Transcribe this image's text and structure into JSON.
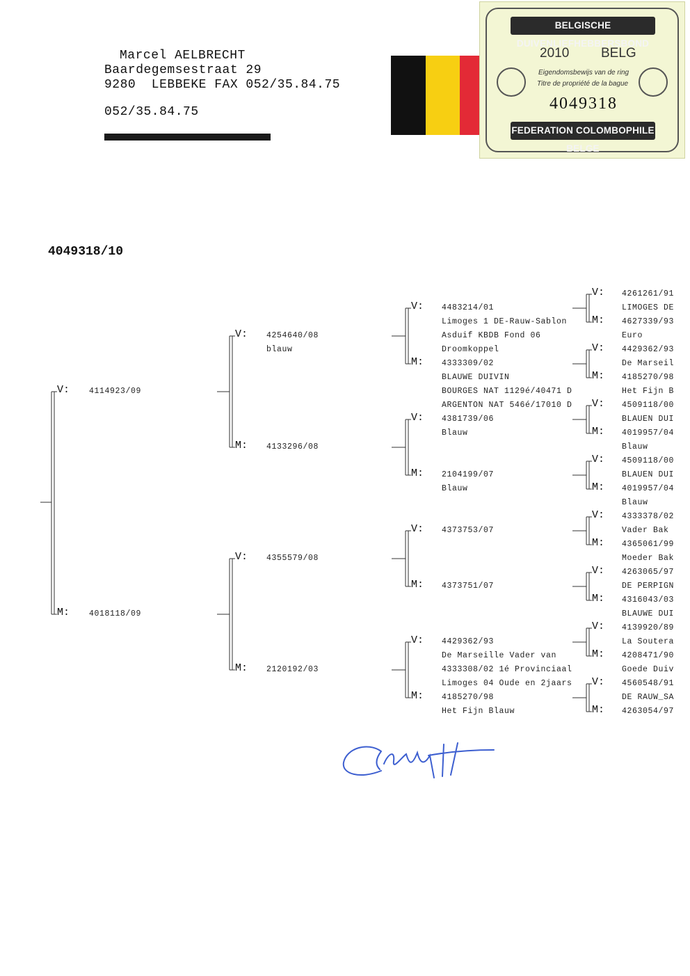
{
  "header": {
    "name": "Marcel AELBRECHT",
    "street": "Baardegemsestraat 29",
    "city_line": "9280  LEBBEKE FAX 052/35.84.75",
    "phone": "052/35.84.75"
  },
  "flag_colors": [
    "#111111",
    "#f7cf12",
    "#e32a36"
  ],
  "stamp": {
    "top_banner": "BELGISCHE DUIVENLIEFHEBBERSBOND",
    "year": "2010",
    "country": "BELG",
    "line1": "Eigendomsbewijs van de ring",
    "line2": "Titre de propriété de la bague",
    "ring_number": "4049318",
    "bottom_banner": "FEDERATION COLOMBOPHILE BELGE"
  },
  "pigeon_id": "4049318/10",
  "labels": {
    "father": "V:",
    "mother": "M:"
  },
  "pedigree": {
    "gen1": [
      {
        "role": "V:",
        "lines": [
          "4114923/09"
        ]
      },
      {
        "role": "M:",
        "lines": [
          "4018118/09"
        ]
      }
    ],
    "gen2": [
      {
        "role": "V:",
        "lines": [
          "4254640/08",
          "blauw"
        ]
      },
      {
        "role": "M:",
        "lines": [
          "4133296/08"
        ]
      },
      {
        "role": "V:",
        "lines": [
          "4355579/08"
        ]
      },
      {
        "role": "M:",
        "lines": [
          "2120192/03"
        ]
      }
    ],
    "gen3": [
      {
        "role": "V:",
        "lines": [
          "4483214/01",
          "Limoges 1 DE-Rauw-Sablon",
          "Asduif KBDB Fond 06",
          "Droomkoppel"
        ]
      },
      {
        "role": "M:",
        "lines": [
          "4333309/02",
          "BLAUWE DUIVIN",
          "BOURGES NAT 1129é/40471 D",
          "ARGENTON NAT 546é/17010 D"
        ]
      },
      {
        "role": "V:",
        "lines": [
          "4381739/06",
          "Blauw"
        ]
      },
      {
        "role": "M:",
        "lines": [
          "2104199/07",
          "Blauw"
        ]
      },
      {
        "role": "V:",
        "lines": [
          "4373753/07"
        ]
      },
      {
        "role": "M:",
        "lines": [
          "4373751/07"
        ]
      },
      {
        "role": "V:",
        "lines": [
          "4429362/93",
          "De Marseille Vader van",
          "4333308/02 1é Provinciaal",
          "Limoges 04 Oude en 2jaars"
        ]
      },
      {
        "role": "M:",
        "lines": [
          "4185270/98",
          "Het Fijn Blauw"
        ]
      }
    ],
    "gen4": [
      {
        "role": "V:",
        "lines": [
          "4261261/91",
          "LIMOGES DE"
        ]
      },
      {
        "role": "M:",
        "lines": [
          "4627339/93",
          "Euro"
        ]
      },
      {
        "role": "V:",
        "lines": [
          "4429362/93",
          "De Marseil"
        ]
      },
      {
        "role": "M:",
        "lines": [
          "4185270/98",
          "Het Fijn B"
        ]
      },
      {
        "role": "V:",
        "lines": [
          "4509118/00",
          "BLAUEN DUI"
        ]
      },
      {
        "role": "M:",
        "lines": [
          "4019957/04",
          "Blauw"
        ]
      },
      {
        "role": "V:",
        "lines": [
          "4509118/00",
          "BLAUEN DUI"
        ]
      },
      {
        "role": "M:",
        "lines": [
          "4019957/04",
          "Blauw"
        ]
      },
      {
        "role": "V:",
        "lines": [
          "4333378/02",
          "Vader Bak"
        ]
      },
      {
        "role": "M:",
        "lines": [
          "4365061/99",
          "Moeder Bak"
        ]
      },
      {
        "role": "V:",
        "lines": [
          "4263065/97",
          "DE PERPIGN"
        ]
      },
      {
        "role": "M:",
        "lines": [
          "4316043/03",
          "BLAUWE DUI"
        ]
      },
      {
        "role": "V:",
        "lines": [
          "4139920/89",
          "La Soutera"
        ]
      },
      {
        "role": "M:",
        "lines": [
          "4208471/90",
          "Goede Duiv"
        ]
      },
      {
        "role": "V:",
        "lines": [
          "4560548/91",
          "DE RAUW_SA"
        ]
      },
      {
        "role": "M:",
        "lines": [
          "4263054/97"
        ]
      }
    ]
  }
}
